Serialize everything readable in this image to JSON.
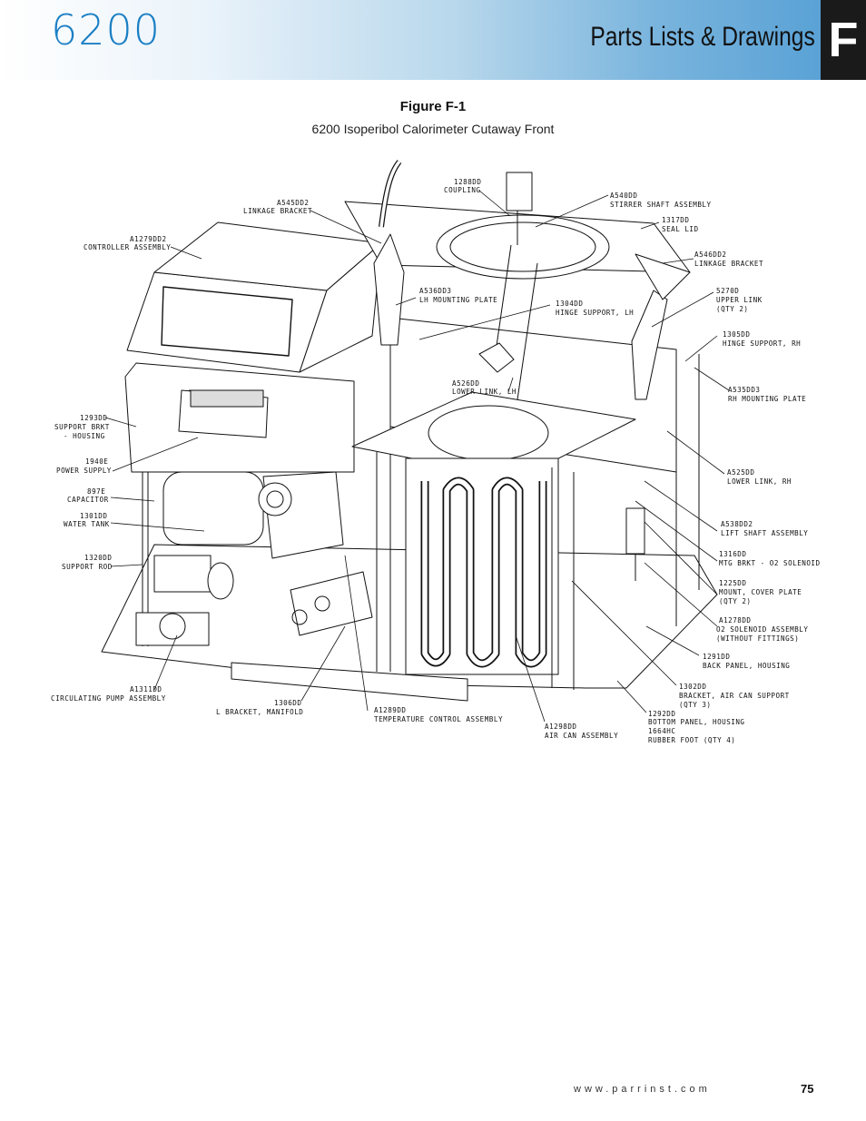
{
  "header": {
    "model": "6200",
    "section_title": "Parts Lists & Drawings",
    "tab_letter": "F"
  },
  "figure": {
    "label": "Figure F-1",
    "caption": "6200 Isoperibol Calorimeter Cutaway Front"
  },
  "callouts": {
    "c1288dd": [
      "1288DD",
      "COUPLING"
    ],
    "a545dd2": [
      "A545DD2",
      "LINKAGE BRACKET"
    ],
    "a540dd": [
      "A540DD",
      "STIRRER SHAFT ASSEMBLY"
    ],
    "c1317dd": [
      "1317DD",
      "SEAL LID"
    ],
    "a1279dd2": [
      "A1279DD2",
      "CONTROLLER ASSEMBLY"
    ],
    "a546dd2": [
      "A546DD2",
      "LINKAGE BRACKET"
    ],
    "c5270d": [
      "5270D",
      "UPPER LINK",
      "(QTY 2)"
    ],
    "a536dd3": [
      "A536DD3",
      "LH MOUNTING PLATE"
    ],
    "c1304dd": [
      "1304DD",
      "HINGE SUPPORT, LH"
    ],
    "c1305dd": [
      "1305DD",
      "HINGE SUPPORT, RH"
    ],
    "a526dd": [
      "A526DD",
      "LOWER LINK, LH"
    ],
    "a535dd3": [
      "A535DD3",
      "RH MOUNTING PLATE"
    ],
    "c1293dd": [
      "1293DD",
      "SUPPORT BRKT",
      "- HOUSING"
    ],
    "c1940e": [
      "1940E",
      "POWER SUPPLY"
    ],
    "a525dd": [
      "A525DD",
      "LOWER LINK, RH"
    ],
    "c897e": [
      "897E",
      "CAPACITOR"
    ],
    "c1301dd": [
      "1301DD",
      "WATER TANK"
    ],
    "a538dd2": [
      "A538DD2",
      "LIFT SHAFT ASSEMBLY"
    ],
    "c1320dd": [
      "1320DD",
      "SUPPORT ROD"
    ],
    "c1316dd": [
      "1316DD",
      "MTG BRKT - O2 SOLENOID"
    ],
    "c1225dd": [
      "1225DD",
      "MOUNT, COVER PLATE",
      "(QTY 2)"
    ],
    "a1278dd": [
      "A1278DD",
      "O2 SOLENOID ASSEMBLY",
      "(WITHOUT FITTINGS)"
    ],
    "c1291dd": [
      "1291DD",
      "BACK PANEL, HOUSING"
    ],
    "a1311dd": [
      "A1311DD",
      "CIRCULATING PUMP ASSEMBLY"
    ],
    "c1306dd": [
      "1306DD",
      "L BRACKET, MANIFOLD"
    ],
    "a1289dd": [
      "A1289DD",
      "TEMPERATURE CONTROL ASSEMBLY"
    ],
    "c1302dd": [
      "1302DD",
      "BRACKET, AIR CAN SUPPORT",
      "(QTY 3)"
    ],
    "a1298dd": [
      "A1298DD",
      "AIR CAN ASSEMBLY"
    ],
    "c1292dd": [
      "1292DD",
      "BOTTOM PANEL, HOUSING",
      "1664HC",
      "RUBBER FOOT (QTY 4)"
    ]
  },
  "footer": {
    "website": "www.parrinst.com",
    "page_number": "75"
  }
}
